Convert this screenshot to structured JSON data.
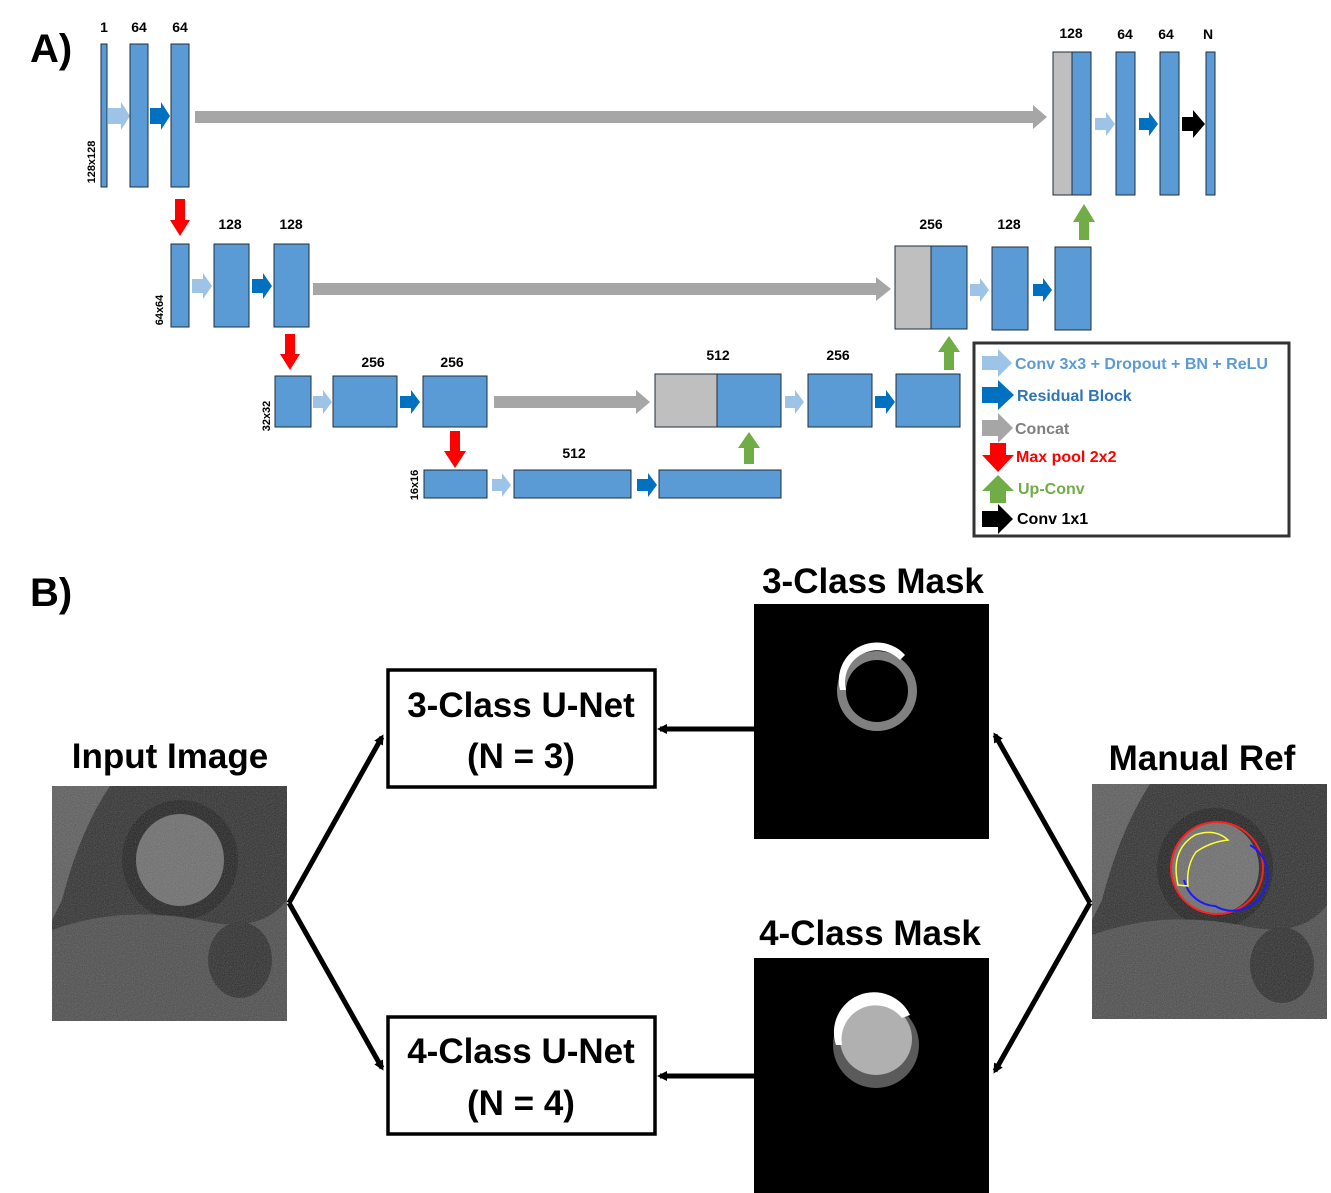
{
  "panels": {
    "a_label": "A)",
    "b_label": "B)"
  },
  "colors": {
    "block": "#5b9bd5",
    "block_border": "#1f2d3d",
    "concat": "#bfbfbf",
    "conv_arrow": "#9dc3e6",
    "residual_arrow": "#0070c0",
    "concat_arrow": "#a6a6a6",
    "maxpool_arrow": "#ff0000",
    "upconv_arrow": "#70ad47",
    "conv1x1_arrow": "#000000"
  },
  "unet": {
    "channels": {
      "input": "1",
      "enc1a": "64",
      "enc1b": "64",
      "enc2a": "128",
      "enc2b": "128",
      "enc3a": "256",
      "enc3b": "256",
      "bottleneck": "512",
      "dec3cat": "512",
      "dec3": "256",
      "dec2cat": "256",
      "dec2": "128",
      "dec1cat": "128",
      "dec1a": "64",
      "dec1b": "64",
      "out": "N"
    },
    "resolutions": {
      "l1": "128x128",
      "l2": "64x64",
      "l3": "32x32",
      "l4": "16x16"
    }
  },
  "legend": {
    "items": [
      {
        "icon": "light-blue-right-arrow-icon",
        "label": "Conv 3x3 + Dropout + BN + ReLU",
        "color": "#5b9bd5"
      },
      {
        "icon": "dark-blue-right-arrow-icon",
        "label": "Residual Block",
        "color": "#2e75b6"
      },
      {
        "icon": "gray-right-arrow-icon",
        "label": "Concat",
        "color": "#7f7f7f"
      },
      {
        "icon": "red-down-arrow-icon",
        "label": "Max pool 2x2",
        "color": "#ff0000"
      },
      {
        "icon": "green-up-arrow-icon",
        "label": "Up-Conv",
        "color": "#70ad47"
      },
      {
        "icon": "black-right-arrow-icon",
        "label": "Conv 1x1",
        "color": "#000000"
      }
    ]
  },
  "pipeline": {
    "input_title": "Input Image",
    "manual_ref_title": "Manual Ref",
    "mask3_title": "3-Class Mask",
    "mask4_title": "4-Class Mask",
    "net3_line1": "3-Class U-Net",
    "net3_line2": "(N = 3)",
    "net4_line1": "4-Class U-Net",
    "net4_line2": "(N = 4)"
  }
}
